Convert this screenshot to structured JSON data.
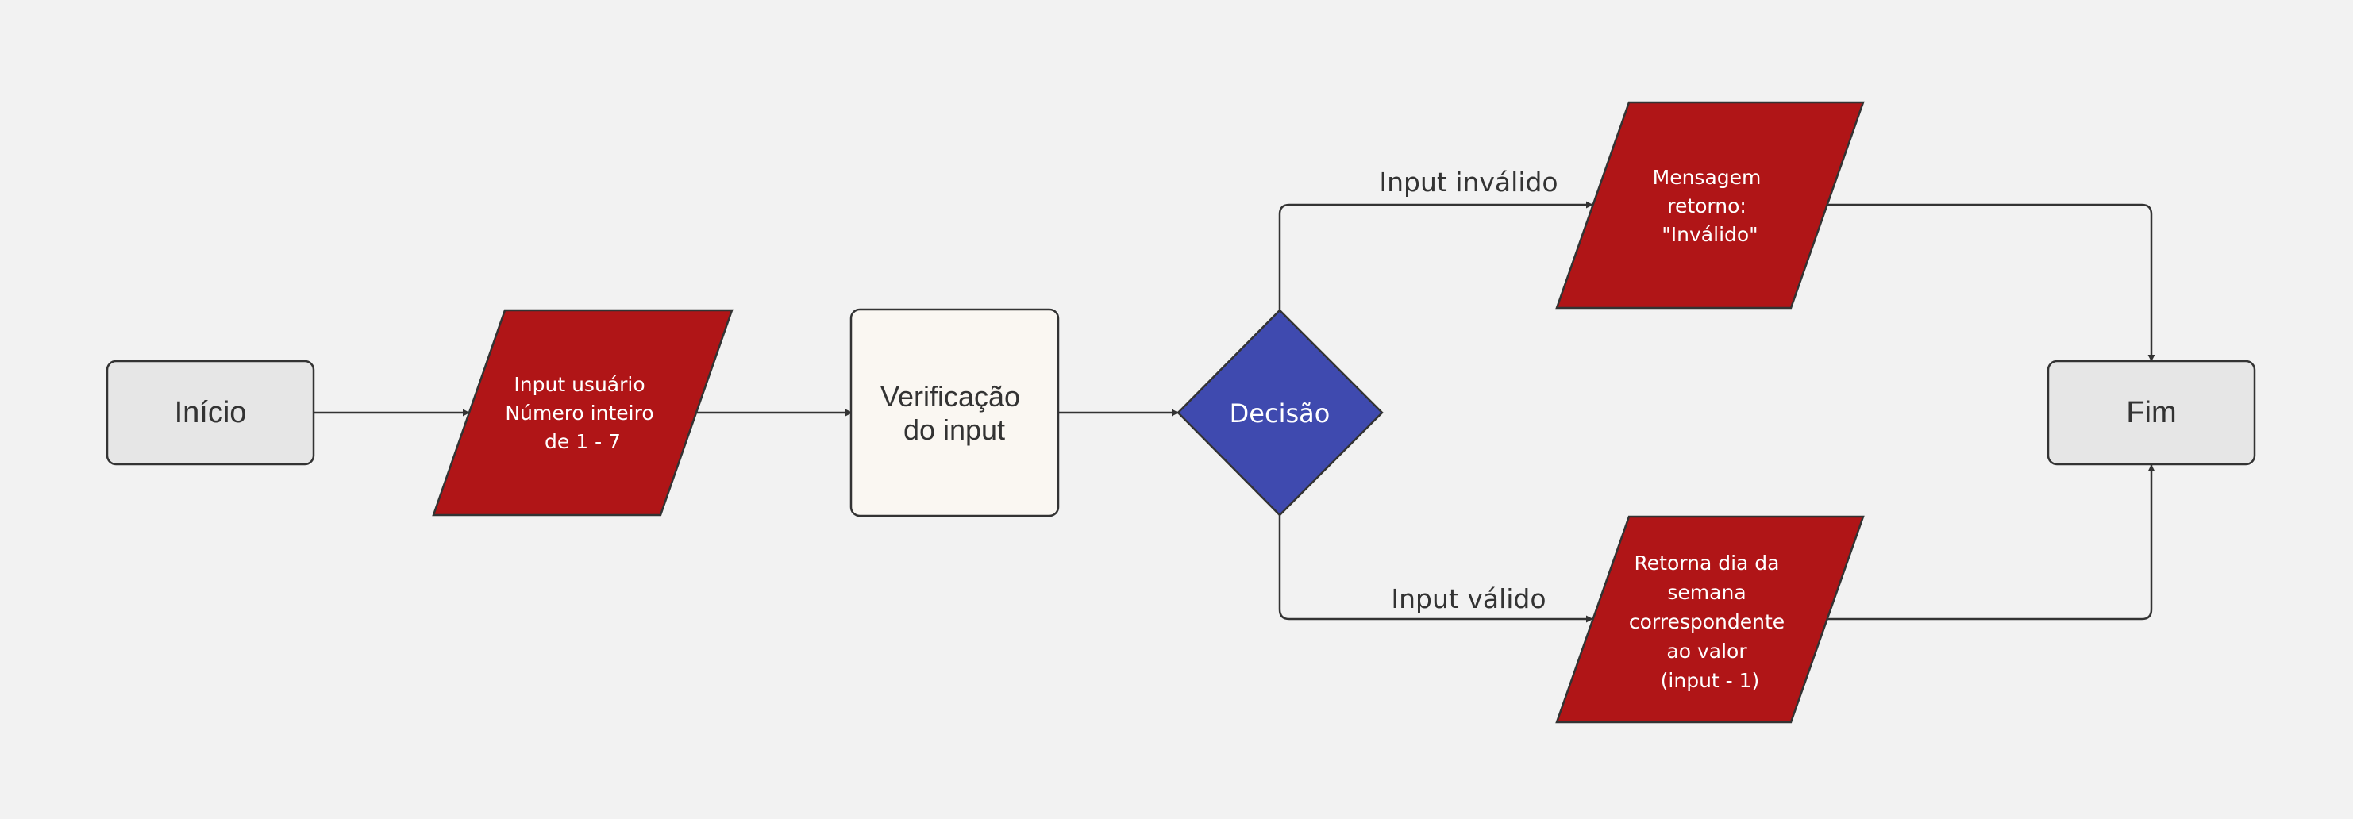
{
  "colors": {
    "background": "#f2f2f2",
    "terminal_fill": "#e6e6e6",
    "io_fill": "#b01517",
    "process_fill": "#faf7f2",
    "decision_fill": "#3f4aaf",
    "stroke": "#333333"
  },
  "nodes": {
    "start": {
      "label": "Início",
      "shape": "rounded-rectangle"
    },
    "input": {
      "lines": [
        "Input usuário",
        "Número inteiro",
        "de 1 - 7"
      ],
      "shape": "parallelogram"
    },
    "verify": {
      "lines": [
        "Verificação",
        "do input"
      ],
      "shape": "rounded-rectangle"
    },
    "decision": {
      "label": "Decisão",
      "shape": "diamond"
    },
    "invalid_msg": {
      "lines": [
        "Mensagem",
        "retorno:",
        "\"Inválido\""
      ],
      "shape": "parallelogram"
    },
    "valid_msg": {
      "lines": [
        "Retorna dia da",
        "semana",
        "correspondente",
        "ao valor",
        "(input - 1)"
      ],
      "shape": "parallelogram"
    },
    "end": {
      "label": "Fim",
      "shape": "rounded-rectangle"
    }
  },
  "edges": {
    "invalid": {
      "label": "Input inválido"
    },
    "valid": {
      "label": "Input válido"
    }
  }
}
